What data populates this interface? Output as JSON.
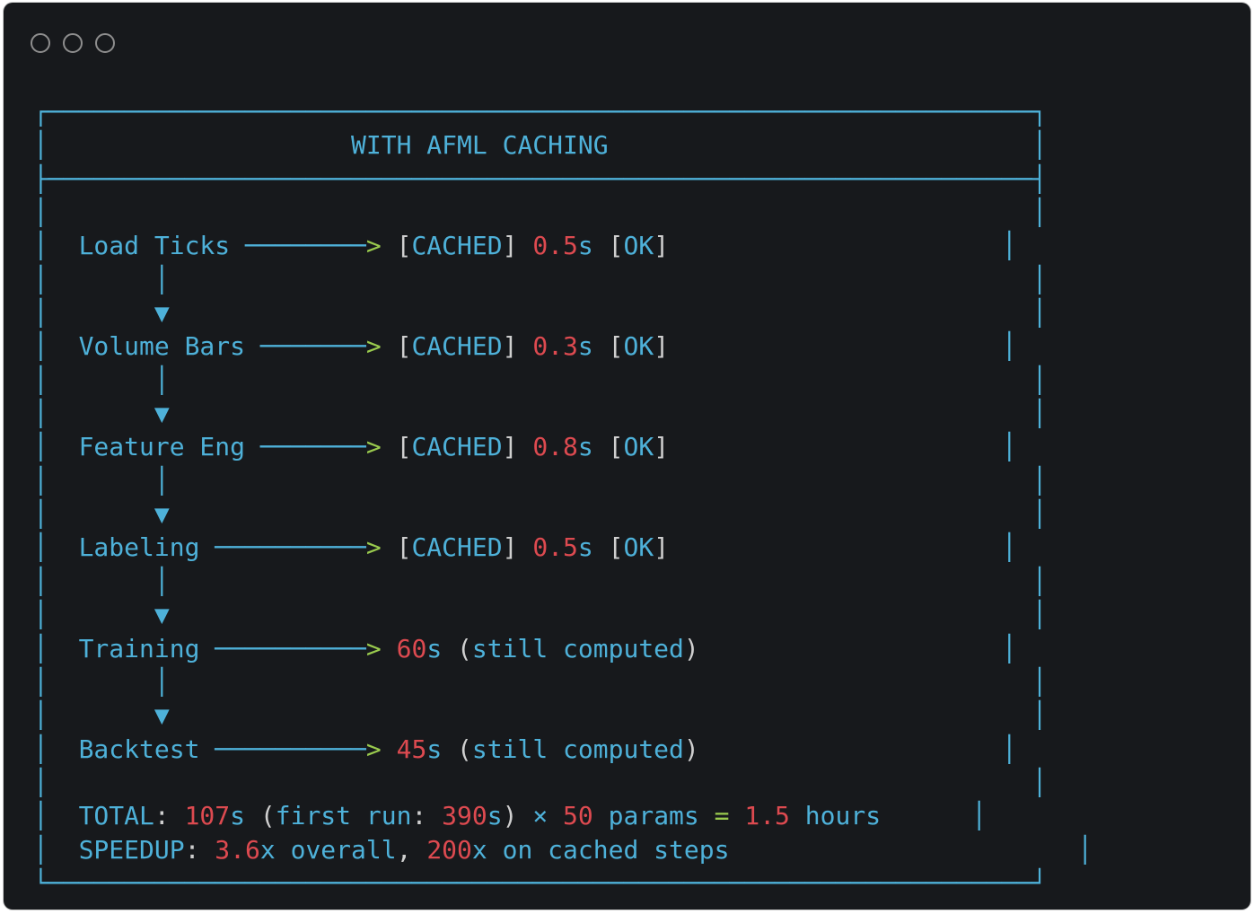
{
  "window": {
    "controls": [
      "close",
      "minimize",
      "maximize"
    ]
  },
  "colors": {
    "background": "#17191c",
    "blue": "#4eb1d9",
    "red": "#dd4a50",
    "green": "#9acb4e",
    "gray": "#cfcfcf"
  },
  "diagram": {
    "title": "WITH AFML CACHING",
    "steps": [
      {
        "name": "Load Ticks",
        "status": "[CACHED]",
        "time": "0.5s",
        "result": "[OK]"
      },
      {
        "name": "Volume Bars",
        "status": "[CACHED]",
        "time": "0.3s",
        "result": "[OK]"
      },
      {
        "name": "Feature Eng",
        "status": "[CACHED]",
        "time": "0.8s",
        "result": "[OK]"
      },
      {
        "name": "Labeling",
        "status": "[CACHED]",
        "time": "0.5s",
        "result": "[OK]"
      },
      {
        "name": "Training",
        "time": "60s",
        "note": "(still computed)"
      },
      {
        "name": "Backtest",
        "time": "45s",
        "note": "(still computed)"
      }
    ],
    "total": "TOTAL: 107s (first run: 390s) × 50 params = 1.5 hours",
    "speedup": "SPEEDUP: 3.6x overall, 200x on cached steps"
  },
  "lines": [
    [
      [
        "b",
        "┌─────────────────────────────────────────────────────────────────┐"
      ]
    ],
    [
      [
        "b",
        "│                    WITH AFML CACHING                            │"
      ]
    ],
    [
      [
        "b",
        "├─────────────────────────────────────────────────────────────────┤"
      ]
    ],
    [
      [
        "b",
        "│                                                                 │"
      ]
    ],
    [
      [
        "b",
        "│  Load Ticks ────────"
      ],
      [
        "g",
        ">"
      ],
      [
        "b",
        " "
      ],
      [
        "w",
        "["
      ],
      [
        "b",
        "CACHED"
      ],
      [
        "w",
        "]"
      ],
      [
        "b",
        " "
      ],
      [
        "r",
        "0.5"
      ],
      [
        "b",
        "s "
      ],
      [
        "w",
        "["
      ],
      [
        "b",
        "OK"
      ],
      [
        "w",
        "]"
      ],
      [
        "b",
        "                      │"
      ]
    ],
    [
      [
        "b",
        "│       │                                                         │"
      ]
    ],
    [
      [
        "b",
        "│       ▼                                                         │"
      ]
    ],
    [
      [
        "b",
        "│  Volume Bars ───────"
      ],
      [
        "g",
        ">"
      ],
      [
        "b",
        " "
      ],
      [
        "w",
        "["
      ],
      [
        "b",
        "CACHED"
      ],
      [
        "w",
        "]"
      ],
      [
        "b",
        " "
      ],
      [
        "r",
        "0.3"
      ],
      [
        "b",
        "s "
      ],
      [
        "w",
        "["
      ],
      [
        "b",
        "OK"
      ],
      [
        "w",
        "]"
      ],
      [
        "b",
        "                      │"
      ]
    ],
    [
      [
        "b",
        "│       │                                                         │"
      ]
    ],
    [
      [
        "b",
        "│       ▼                                                         │"
      ]
    ],
    [
      [
        "b",
        "│  Feature Eng ───────"
      ],
      [
        "g",
        ">"
      ],
      [
        "b",
        " "
      ],
      [
        "w",
        "["
      ],
      [
        "b",
        "CACHED"
      ],
      [
        "w",
        "]"
      ],
      [
        "b",
        " "
      ],
      [
        "r",
        "0.8"
      ],
      [
        "b",
        "s "
      ],
      [
        "w",
        "["
      ],
      [
        "b",
        "OK"
      ],
      [
        "w",
        "]"
      ],
      [
        "b",
        "                      │"
      ]
    ],
    [
      [
        "b",
        "│       │                                                         │"
      ]
    ],
    [
      [
        "b",
        "│       ▼                                                         │"
      ]
    ],
    [
      [
        "b",
        "│  Labeling ──────────"
      ],
      [
        "g",
        ">"
      ],
      [
        "b",
        " "
      ],
      [
        "w",
        "["
      ],
      [
        "b",
        "CACHED"
      ],
      [
        "w",
        "]"
      ],
      [
        "b",
        " "
      ],
      [
        "r",
        "0.5"
      ],
      [
        "b",
        "s "
      ],
      [
        "w",
        "["
      ],
      [
        "b",
        "OK"
      ],
      [
        "w",
        "]"
      ],
      [
        "b",
        "                      │"
      ]
    ],
    [
      [
        "b",
        "│       │                                                         │"
      ]
    ],
    [
      [
        "b",
        "│       ▼                                                         │"
      ]
    ],
    [
      [
        "b",
        "│  Training ──────────"
      ],
      [
        "g",
        ">"
      ],
      [
        "b",
        " "
      ],
      [
        "r",
        "60"
      ],
      [
        "b",
        "s "
      ],
      [
        "w",
        "("
      ],
      [
        "b",
        "still computed"
      ],
      [
        "w",
        ")"
      ],
      [
        "b",
        "                    │"
      ]
    ],
    [
      [
        "b",
        "│       │                                                         │"
      ]
    ],
    [
      [
        "b",
        "│       ▼                                                         │"
      ]
    ],
    [
      [
        "b",
        "│  Backtest ──────────"
      ],
      [
        "g",
        ">"
      ],
      [
        "b",
        " "
      ],
      [
        "r",
        "45"
      ],
      [
        "b",
        "s "
      ],
      [
        "w",
        "("
      ],
      [
        "b",
        "still computed"
      ],
      [
        "w",
        ")"
      ],
      [
        "b",
        "                    │"
      ]
    ],
    [
      [
        "b",
        "│                                                                 │"
      ]
    ],
    [
      [
        "b",
        "│  TOTAL"
      ],
      [
        "w",
        ":"
      ],
      [
        "b",
        " "
      ],
      [
        "r",
        "107"
      ],
      [
        "b",
        "s "
      ],
      [
        "w",
        "("
      ],
      [
        "b",
        "first run"
      ],
      [
        "w",
        ":"
      ],
      [
        "b",
        " "
      ],
      [
        "r",
        "390"
      ],
      [
        "b",
        "s"
      ],
      [
        "w",
        ")"
      ],
      [
        "b",
        " × "
      ],
      [
        "r",
        "50"
      ],
      [
        "b",
        " params "
      ],
      [
        "g",
        "="
      ],
      [
        "b",
        " "
      ],
      [
        "r",
        "1.5"
      ],
      [
        "b",
        " hours      │"
      ]
    ],
    [
      [
        "b",
        "│  SPEEDUP"
      ],
      [
        "w",
        ":"
      ],
      [
        "b",
        " "
      ],
      [
        "r",
        "3.6"
      ],
      [
        "b",
        "x overall"
      ],
      [
        "w",
        ","
      ],
      [
        "b",
        " "
      ],
      [
        "r",
        "200"
      ],
      [
        "b",
        "x on cached steps                       │"
      ]
    ],
    [
      [
        "b",
        "└─────────────────────────────────────────────────────────────────┘"
      ]
    ]
  ]
}
